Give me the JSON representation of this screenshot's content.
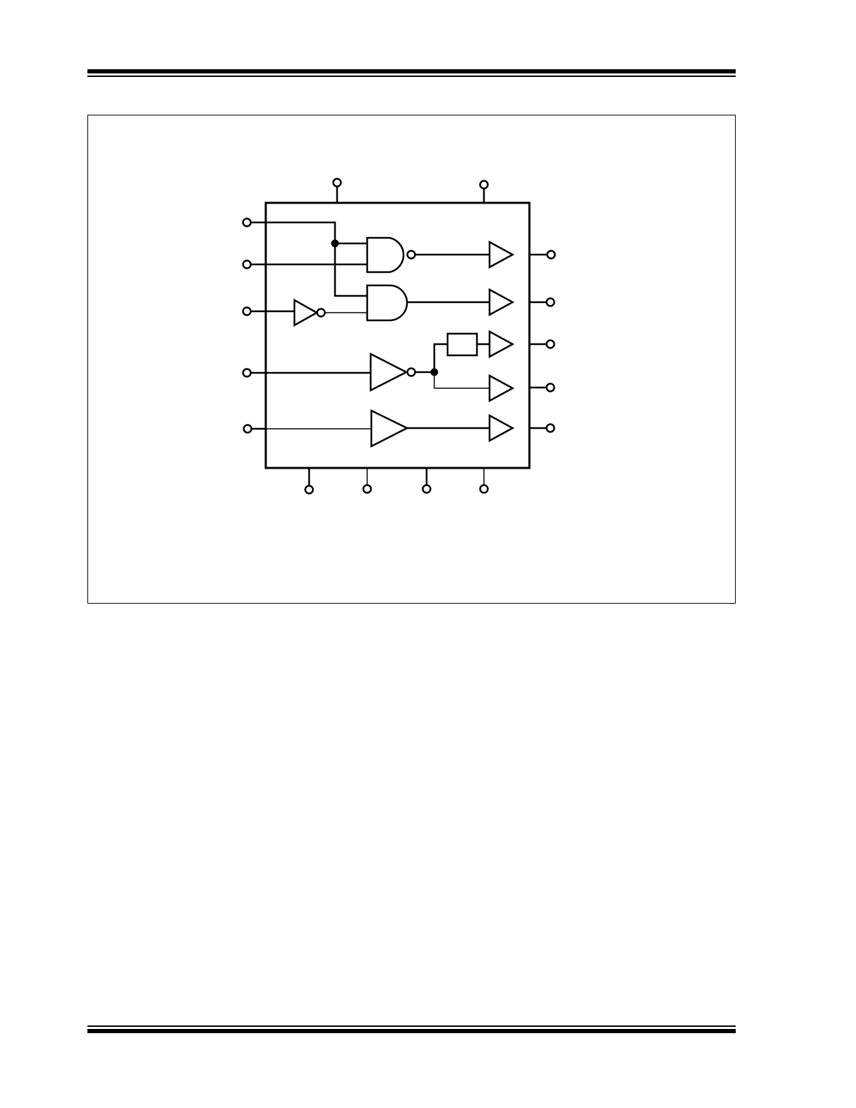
{
  "page": {
    "header_rule": "double",
    "footer_rule": "double"
  },
  "figure": {
    "kind": "functional-block-diagram",
    "colors": {
      "line": "#000000",
      "background": "#ffffff"
    },
    "pins": {
      "top_count": 2,
      "left_count": 5,
      "right_count": 5,
      "bottom_count": 4
    },
    "elements": [
      "nand-gate",
      "and-gate",
      "inverter",
      "inverting-buffer",
      "buffer",
      "box-element",
      "output-buffer-1",
      "output-buffer-2",
      "output-buffer-3",
      "output-buffer-4",
      "output-buffer-5"
    ]
  }
}
